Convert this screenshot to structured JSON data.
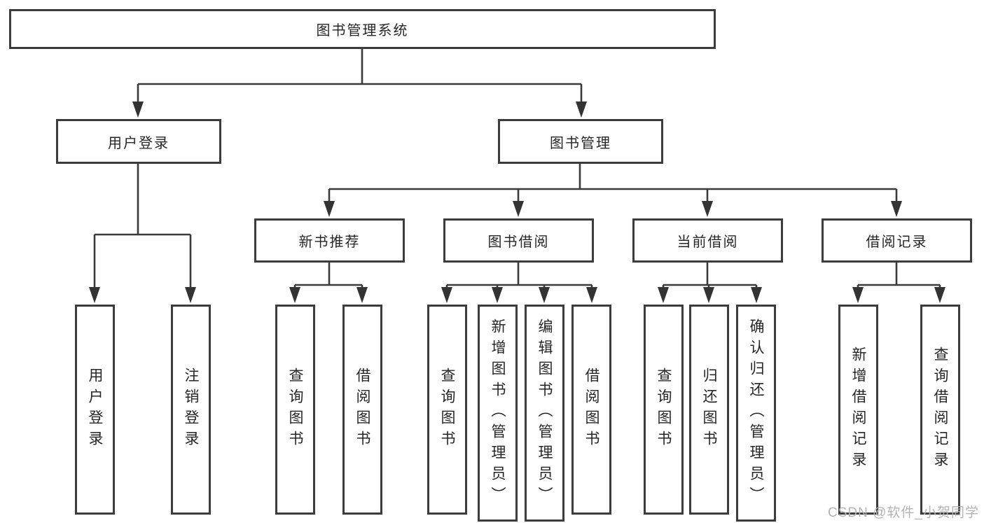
{
  "nodes": {
    "root": {
      "label": "图书管理系统"
    },
    "level2": [
      {
        "label": "用户登录",
        "parent": "图书管理系统"
      },
      {
        "label": "图书管理",
        "parent": "图书管理系统"
      }
    ],
    "level3": [
      {
        "label": "新书推荐",
        "parent": "图书管理"
      },
      {
        "label": "图书借阅",
        "parent": "图书管理"
      },
      {
        "label": "当前借阅",
        "parent": "图书管理"
      },
      {
        "label": "借阅记录",
        "parent": "图书管理"
      }
    ],
    "leaves": [
      {
        "label": "用户登录",
        "parent": "用户登录"
      },
      {
        "label": "注销登录",
        "parent": "用户登录"
      },
      {
        "label": "查询图书",
        "parent": "新书推荐"
      },
      {
        "label": "借阅图书",
        "parent": "新书推荐"
      },
      {
        "label": "查询图书",
        "parent": "图书借阅"
      },
      {
        "label": "新增图书（管理员）",
        "parent": "图书借阅"
      },
      {
        "label": "编辑图书（管理员）",
        "parent": "图书借阅"
      },
      {
        "label": "借阅图书",
        "parent": "图书借阅"
      },
      {
        "label": "查询图书",
        "parent": "当前借阅"
      },
      {
        "label": "归还图书",
        "parent": "当前借阅"
      },
      {
        "label": "确认归还（管理员）",
        "parent": "当前借阅"
      },
      {
        "label": "新增借阅记录",
        "parent": "借阅记录"
      },
      {
        "label": "查询借阅记录",
        "parent": "借阅记录"
      }
    ]
  },
  "watermark": {
    "text": "CSDN @软件_小贺同学"
  },
  "colors": {
    "line": "#3a3a3a",
    "box_border": "#3c3c3c",
    "box_fill": "#ffffff",
    "text": "#262626",
    "watermark": "#b3b3b3",
    "background": "#ffffff"
  }
}
